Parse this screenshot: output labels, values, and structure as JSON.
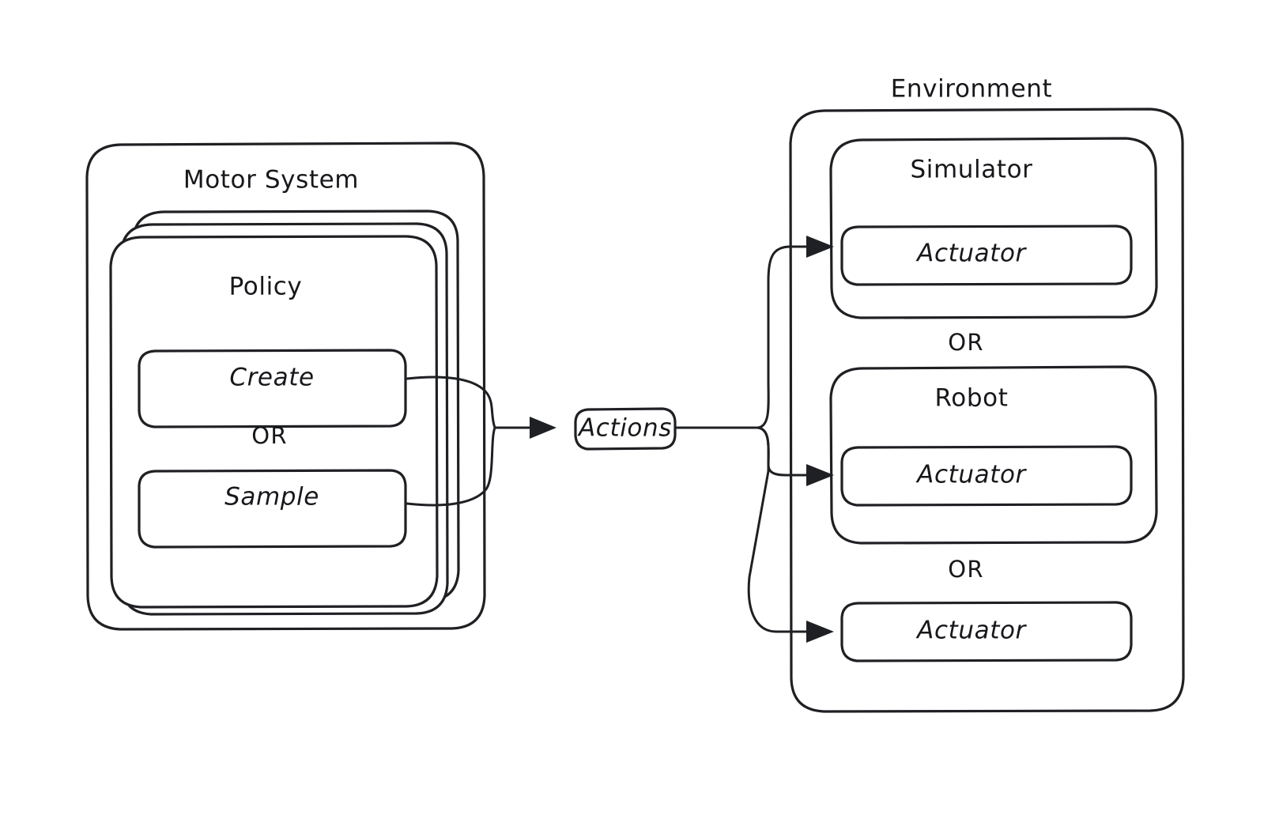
{
  "diagram": {
    "title_hidden": "",
    "groups": {
      "motor_system": {
        "label": "Motor System",
        "card_label": "Policy",
        "card_count": 3,
        "options": [
          {
            "label": "Create"
          },
          {
            "label": "Sample"
          }
        ],
        "or_label": "OR"
      },
      "environment": {
        "label": "Environment",
        "simulator": {
          "label": "Simulator",
          "actuator_label": "Actuator"
        },
        "robot": {
          "label": "Robot",
          "actuator_label": "Actuator"
        },
        "bare_actuator": {
          "label": "Actuator"
        },
        "or_label_1": "OR",
        "or_label_2": "OR"
      }
    },
    "nodes": {
      "actions": {
        "label": "Actions"
      }
    },
    "colors": {
      "stroke": "#1f2023",
      "background": "#ffffff",
      "text": "#17181b"
    }
  }
}
